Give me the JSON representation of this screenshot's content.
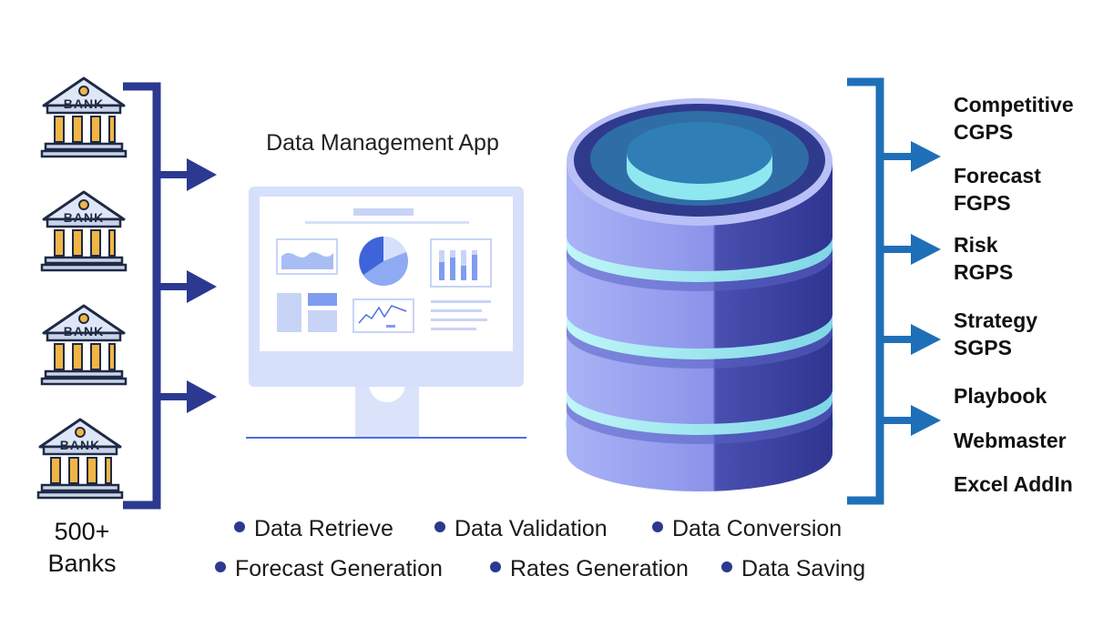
{
  "banks": {
    "icons": [
      {
        "label": "BANK"
      },
      {
        "label": "BANK"
      },
      {
        "label": "BANK"
      },
      {
        "label": "BANK"
      }
    ],
    "count_line1": "500+",
    "count_line2": "Banks"
  },
  "app": {
    "title": "Data Management App"
  },
  "outputs": [
    {
      "line1": "Competitive",
      "line2": "CGPS"
    },
    {
      "line1": "Forecast",
      "line2": "FGPS"
    },
    {
      "line1": "Risk",
      "line2": "RGPS"
    },
    {
      "line1": "Strategy",
      "line2": "SGPS"
    },
    {
      "line1": "Playbook",
      "line2": ""
    },
    {
      "line1": "Webmaster",
      "line2": ""
    },
    {
      "line1": "Excel AddIn",
      "line2": ""
    }
  ],
  "processes": [
    "Data Retrieve",
    "Data Validation",
    "Data Conversion",
    "Forecast Generation",
    "Rates Generation",
    "Data Saving"
  ],
  "colors": {
    "left_bracket": "#2b3990",
    "right_bracket": "#1f6fb8",
    "bullet": "#2b3990",
    "database_light": "#9ea7f2",
    "database_dark": "#3a3f9e",
    "database_cyan": "#7fe3ee",
    "monitor_frame": "#d7e0fb",
    "monitor_accent": "#4a6fe0"
  }
}
